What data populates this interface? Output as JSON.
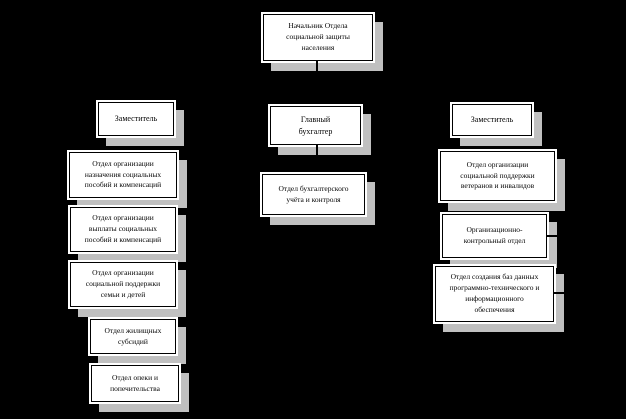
{
  "colors": {
    "background": "#000000",
    "box_fill": "#ffffff",
    "box_border": "#000000",
    "box_outline": "#ffffff",
    "shadow": "#c0c0c0",
    "connector": "#000000"
  },
  "diagram": {
    "type": "org-chart",
    "nodes": {
      "head": {
        "label": "Начальник Отдела\nсоциальной защиты\nнаселения"
      },
      "deputy_left": {
        "label": "Заместитель"
      },
      "chief_accountant": {
        "label": "Главный\nбухгалтер"
      },
      "deputy_right": {
        "label": "Заместитель"
      },
      "benefits_assignment": {
        "label": "Отдел организации\nназначения социальных\nпособий и компенсаций"
      },
      "benefits_payment": {
        "label": "Отдел организации\nвыплаты социальных\nпособий и компенсаций"
      },
      "family_support": {
        "label": "Отдел организации\nсоциальной поддержки\nсемьи и детей"
      },
      "housing_subsidies": {
        "label": "Отдел жилищных\nсубсидий"
      },
      "guardianship": {
        "label": "Отдел опеки и\nпопечительства"
      },
      "accounting": {
        "label": "Отдел бухгалтерского\nучёта и контроля"
      },
      "veterans_support": {
        "label": "Отдел организации\nсоциальной поддержки\nветеранов и инвалидов"
      },
      "org_control": {
        "label": "Организационно-\nконтрольный отдел"
      },
      "databases": {
        "label": "Отдел создания баз данных\nпрограммно-технического и\nинформационного\nобеспечения"
      }
    }
  }
}
